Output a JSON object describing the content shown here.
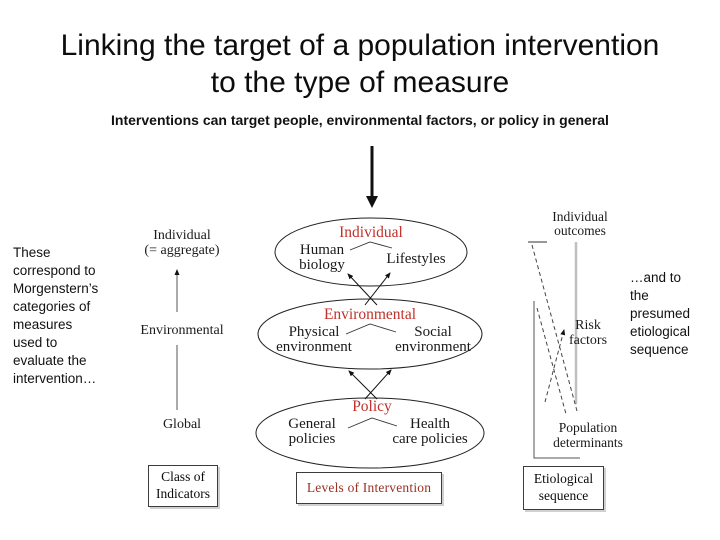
{
  "slide": {
    "title": "Linking the target of a population intervention to the type of measure",
    "subtitle": "Interventions can target people, environmental factors, or policy in general"
  },
  "notes": {
    "left": "These\ncorrespond to\nMorgenstern’s\ncategories of\nmeasures\nused to\nevaluate the\nintervention…",
    "right": "…and to\nthe\npresumed\netiological\nsequence"
  },
  "indicator_axis": {
    "individual": "Individual\n(= aggregate)",
    "environmental": "Environmental",
    "global": "Global",
    "box": "Class of\nIndicators"
  },
  "ellipses": [
    {
      "label": "Individual",
      "left": "Human\nbiology",
      "right": "Lifestyles"
    },
    {
      "label": "Environmental",
      "left": "Physical\nenvironment",
      "right": "Social\nenvironment"
    },
    {
      "label": "Policy",
      "left": "General\npolicies",
      "right": "Health\ncare policies"
    }
  ],
  "etiologic_axis": {
    "outcomes": "Individual\noutcomes",
    "risk": "Risk\nfactors",
    "population": "Population\ndeterminants",
    "box": "Etiological\nsequence"
  },
  "levels_box": "Levels of Intervention",
  "colors": {
    "label_red": "#c0312b",
    "levels_red": "#9e2f23"
  }
}
